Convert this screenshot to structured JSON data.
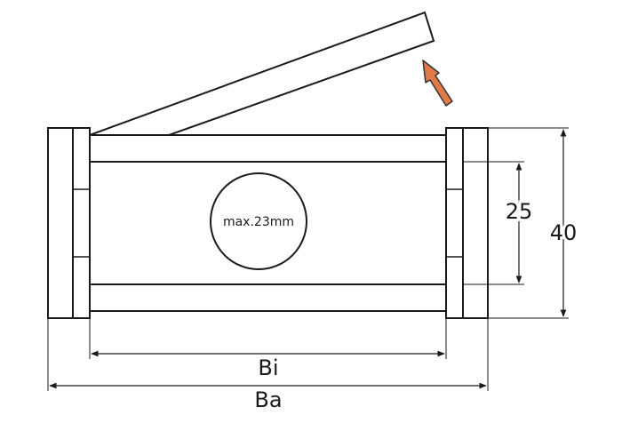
{
  "labels": {
    "circle": "max.23mm",
    "inner_height": "25",
    "outer_height": "40",
    "inner_width": "Bi",
    "outer_width": "Ba"
  },
  "colors": {
    "line": "#1a1a1a",
    "arrow_fill": "#e07a48",
    "arrow_stroke": "#333333"
  },
  "icons": {
    "opening_arrow": "arrow-up-left-icon"
  }
}
